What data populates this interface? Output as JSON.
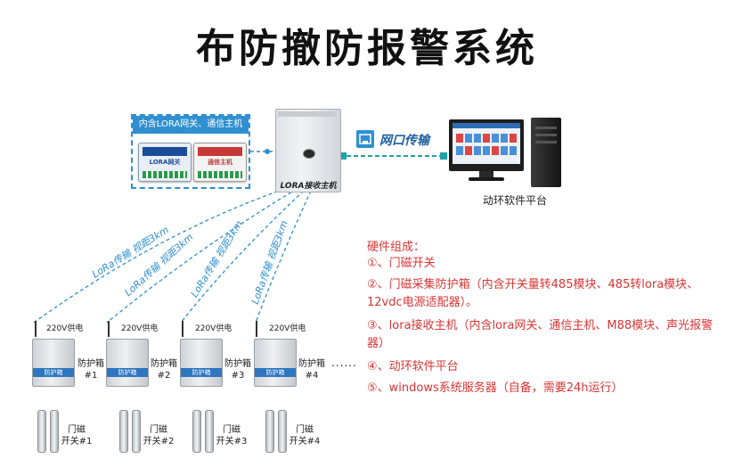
{
  "title": "布防撤防报警系统",
  "gateway_box": {
    "title": "内含LORA网关、通信主机",
    "device1_label": "LORA网关",
    "device2_label": "通信主机"
  },
  "receiver": {
    "label": "LORA接收主机"
  },
  "network": {
    "label": "网口传输"
  },
  "computer": {
    "label": "动环软件平台"
  },
  "lora_links": [
    {
      "label": "LoRa传输  视距3km"
    },
    {
      "label": "LoRa传输  视距3km"
    },
    {
      "label": "LoRa传输  视距3km"
    },
    {
      "label": "LoRa传输  视距3km"
    }
  ],
  "boxes": [
    {
      "power": "220V供电",
      "band": "防护箱",
      "label_line1": "防护箱",
      "label_line2": "#1",
      "magnet_line1": "门磁",
      "magnet_line2": "开关#1"
    },
    {
      "power": "220V供电",
      "band": "防护箱",
      "label_line1": "防护箱",
      "label_line2": "#2",
      "magnet_line1": "门磁",
      "magnet_line2": "开关#2"
    },
    {
      "power": "220V供电",
      "band": "防护箱",
      "label_line1": "防护箱",
      "label_line2": "#3",
      "magnet_line1": "门磁",
      "magnet_line2": "开关#3"
    },
    {
      "power": "220V供电",
      "band": "防护箱",
      "label_line1": "防护箱",
      "label_line2": "#4",
      "magnet_line1": "门磁",
      "magnet_line2": "开关#4"
    }
  ],
  "ellipsis": "......",
  "hardware": {
    "heading": "硬件组成：",
    "items": [
      "①、门磁开关",
      "②、门磁采集防护箱（内含开关量转485模块、485转lora模块、12vdc电源适配器）。",
      "③、lora接收主机（内含lora网关、通信主机、M88模块、声光报警器）",
      "④、动环软件平台",
      "⑤、windows系统服务器（自备，需要24h运行）"
    ]
  },
  "colors": {
    "accent_blue": "#2f8fd0",
    "red_text": "#d83535",
    "cable_teal": "#1fa3a8"
  }
}
